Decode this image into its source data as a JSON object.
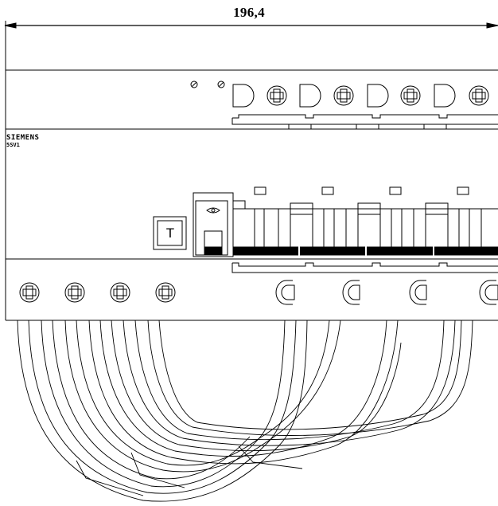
{
  "drawing": {
    "dimension_label": "196,4",
    "brand": "SIEMENS",
    "model": "5SV1",
    "test_button_label": "T"
  }
}
